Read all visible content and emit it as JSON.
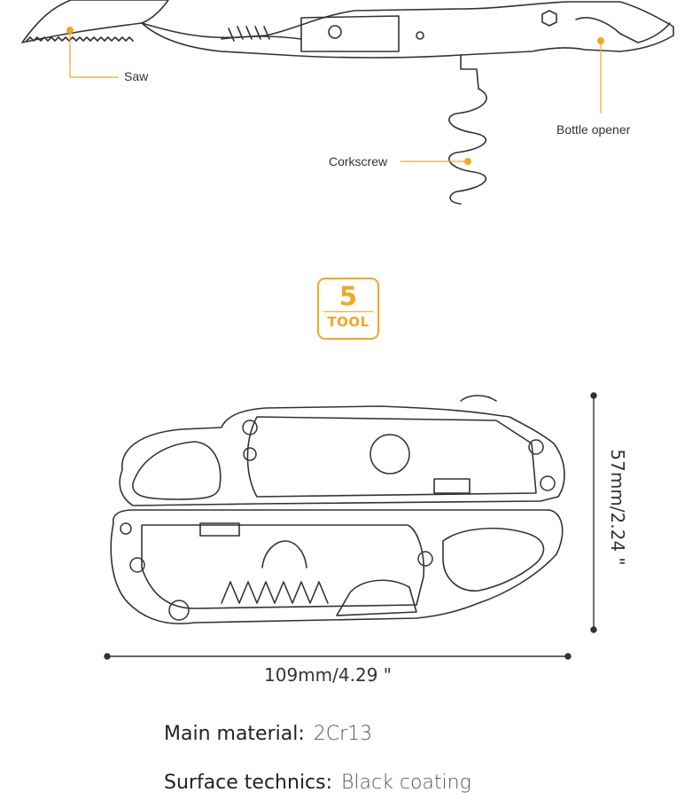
{
  "callouts": {
    "saw": "Saw",
    "bottle_opener": "Bottle opener",
    "corkscrew": "Corkscrew"
  },
  "badge": {
    "number": "5",
    "word": "TOOL"
  },
  "dimensions": {
    "width": "109mm/4.29 \"",
    "height": "57mm/2.24 \""
  },
  "specs": {
    "material_label": "Main material:",
    "material_value": "2Cr13",
    "surface_label": "Surface technics:",
    "surface_value": "Black coating"
  },
  "colors": {
    "accent": "#f5a623",
    "line": "#333333",
    "text": "#333333"
  }
}
